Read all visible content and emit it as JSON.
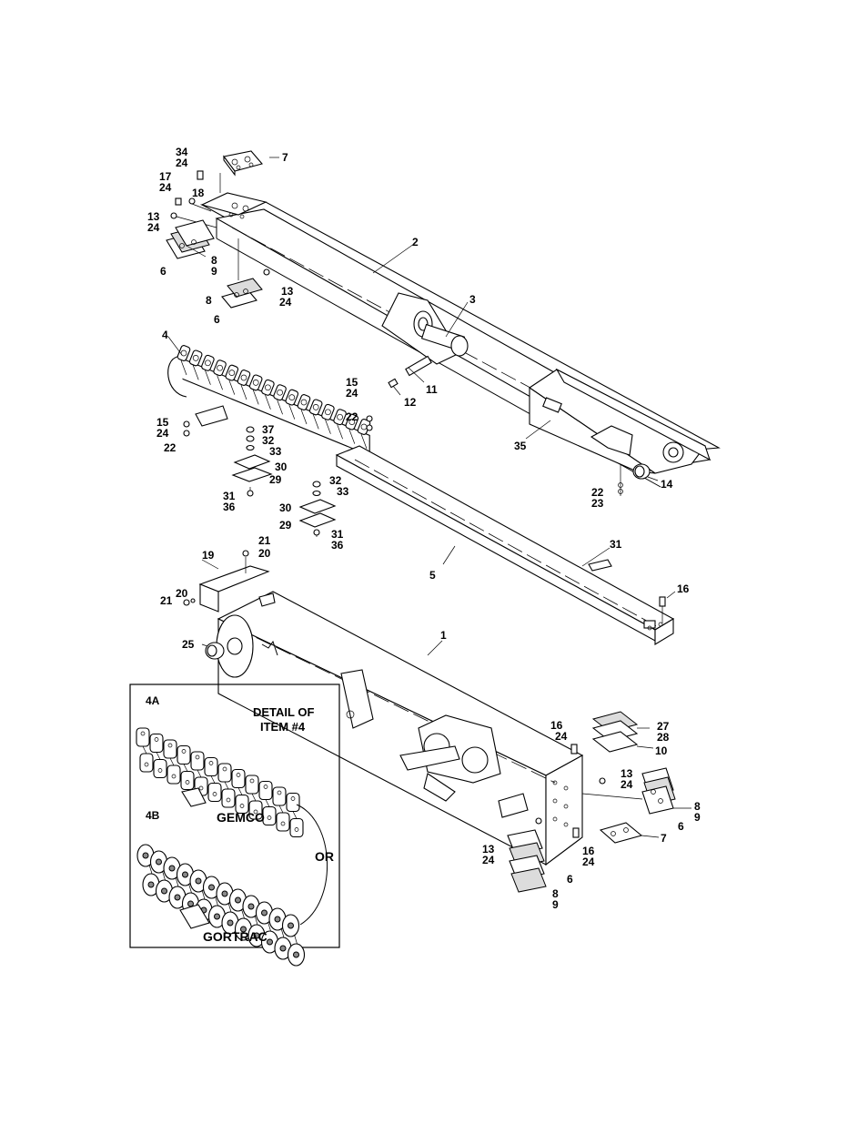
{
  "detail": {
    "title_line1": "DETAIL OF",
    "title_line2": "ITEM #4",
    "variant_a_label": "4A",
    "variant_b_label": "4B",
    "variant_a_name": "GEMCO",
    "variant_b_name": "GORTRAC",
    "or_label": "OR"
  },
  "callouts": {
    "c34": "34",
    "c24a": "24",
    "c7a": "7",
    "c17": "17",
    "c24b": "24",
    "c18": "18",
    "c13a": "13",
    "c24c": "24",
    "c2": "2",
    "c8a": "8",
    "c9a": "9",
    "c6a": "6",
    "c8b": "8",
    "c13b": "13",
    "c24d": "24",
    "c6b": "6",
    "c3": "3",
    "c4": "4",
    "c11": "11",
    "c12": "12",
    "c15a": "15",
    "c24e": "24",
    "c22a": "22",
    "c15b": "15",
    "c24f": "24",
    "c22b": "22",
    "c37": "37",
    "c32a": "32",
    "c33a": "33",
    "c30a": "30",
    "c29a": "29",
    "c31a": "31",
    "c36a": "36",
    "c35": "35",
    "c32b": "32",
    "c33b": "33",
    "c30b": "30",
    "c29b": "29",
    "c31b": "31",
    "c36b": "36",
    "c22c": "22",
    "c23": "23",
    "c14": "14",
    "c21a": "21",
    "c20a": "20",
    "c19": "19",
    "c31c": "31",
    "c5": "5",
    "c20b": "20",
    "c21b": "21",
    "c16a": "16",
    "c25": "25",
    "c1": "1",
    "c16b": "16",
    "c24g": "24",
    "c27": "27",
    "c28": "28",
    "c10": "10",
    "c13c": "13",
    "c24h": "24",
    "c8c": "8",
    "c9c": "9",
    "c6c": "6",
    "c7b": "7",
    "c13d": "13",
    "c24i": "24",
    "c16c": "16",
    "c24j": "24",
    "c6d": "6",
    "c8d": "8",
    "c9d": "9"
  }
}
